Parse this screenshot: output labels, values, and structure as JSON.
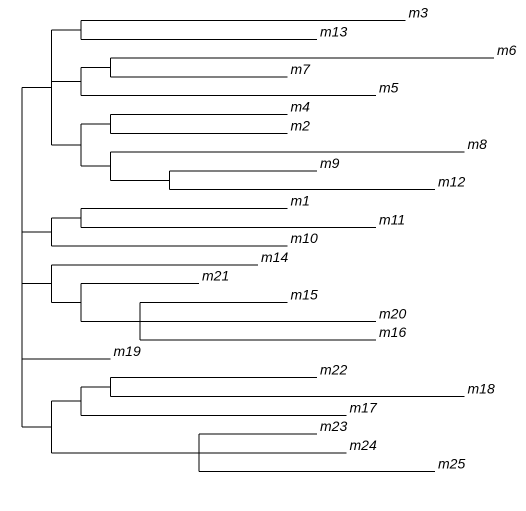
{
  "diagram": {
    "type": "phylogenetic-tree",
    "line_color": "#000000",
    "label_color": "#000000",
    "tips": [
      "m3",
      "m13",
      "m6",
      "m7",
      "m5",
      "m4",
      "m2",
      "m8",
      "m9",
      "m12",
      "m1",
      "m11",
      "m10",
      "m14",
      "m21",
      "m15",
      "m20",
      "m16",
      "m19",
      "m22",
      "m18",
      "m17",
      "m23",
      "m24",
      "m25"
    ],
    "tree": {
      "children": [
        {
          "children": [
            {
              "children": [
                {
                  "name": "m3",
                  "length": 11
                },
                {
                  "name": "m13",
                  "length": 8
                }
              ]
            },
            {
              "children": [
                {
                  "children": [
                    {
                      "name": "m6",
                      "length": 13
                    },
                    {
                      "name": "m7",
                      "length": 6
                    }
                  ]
                },
                {
                  "name": "m5",
                  "length": 10
                }
              ]
            },
            {
              "children": [
                {
                  "children": [
                    {
                      "name": "m4",
                      "length": 6
                    },
                    {
                      "name": "m2",
                      "length": 6
                    }
                  ]
                },
                {
                  "children": [
                    {
                      "name": "m8",
                      "length": 12
                    },
                    {
                      "length": 2,
                      "children": [
                        {
                          "name": "m9",
                          "length": 5
                        },
                        {
                          "name": "m12",
                          "length": 9
                        }
                      ]
                    }
                  ]
                }
              ]
            }
          ]
        },
        {
          "children": [
            {
              "children": [
                {
                  "name": "m1",
                  "length": 7
                },
                {
                  "name": "m11",
                  "length": 10
                }
              ]
            },
            {
              "name": "m10",
              "length": 8
            }
          ]
        },
        {
          "children": [
            {
              "name": "m14",
              "length": 7
            },
            {
              "children": [
                {
                  "name": "m21",
                  "length": 4
                },
                {
                  "length": 2,
                  "children": [
                    {
                      "name": "m15",
                      "length": 5
                    },
                    {
                      "name": "m20",
                      "length": 8
                    },
                    {
                      "name": "m16",
                      "length": 8
                    }
                  ]
                }
              ]
            }
          ]
        },
        {
          "name": "m19",
          "length": 3
        },
        {
          "children": [
            {
              "children": [
                {
                  "children": [
                    {
                      "name": "m22",
                      "length": 7
                    },
                    {
                      "name": "m18",
                      "length": 12
                    }
                  ]
                },
                {
                  "name": "m17",
                  "length": 9
                }
              ]
            },
            {
              "length": 5,
              "children": [
                {
                  "name": "m23",
                  "length": 4
                },
                {
                  "name": "m24",
                  "length": 5
                },
                {
                  "name": "m25",
                  "length": 8
                }
              ]
            }
          ]
        }
      ]
    }
  }
}
